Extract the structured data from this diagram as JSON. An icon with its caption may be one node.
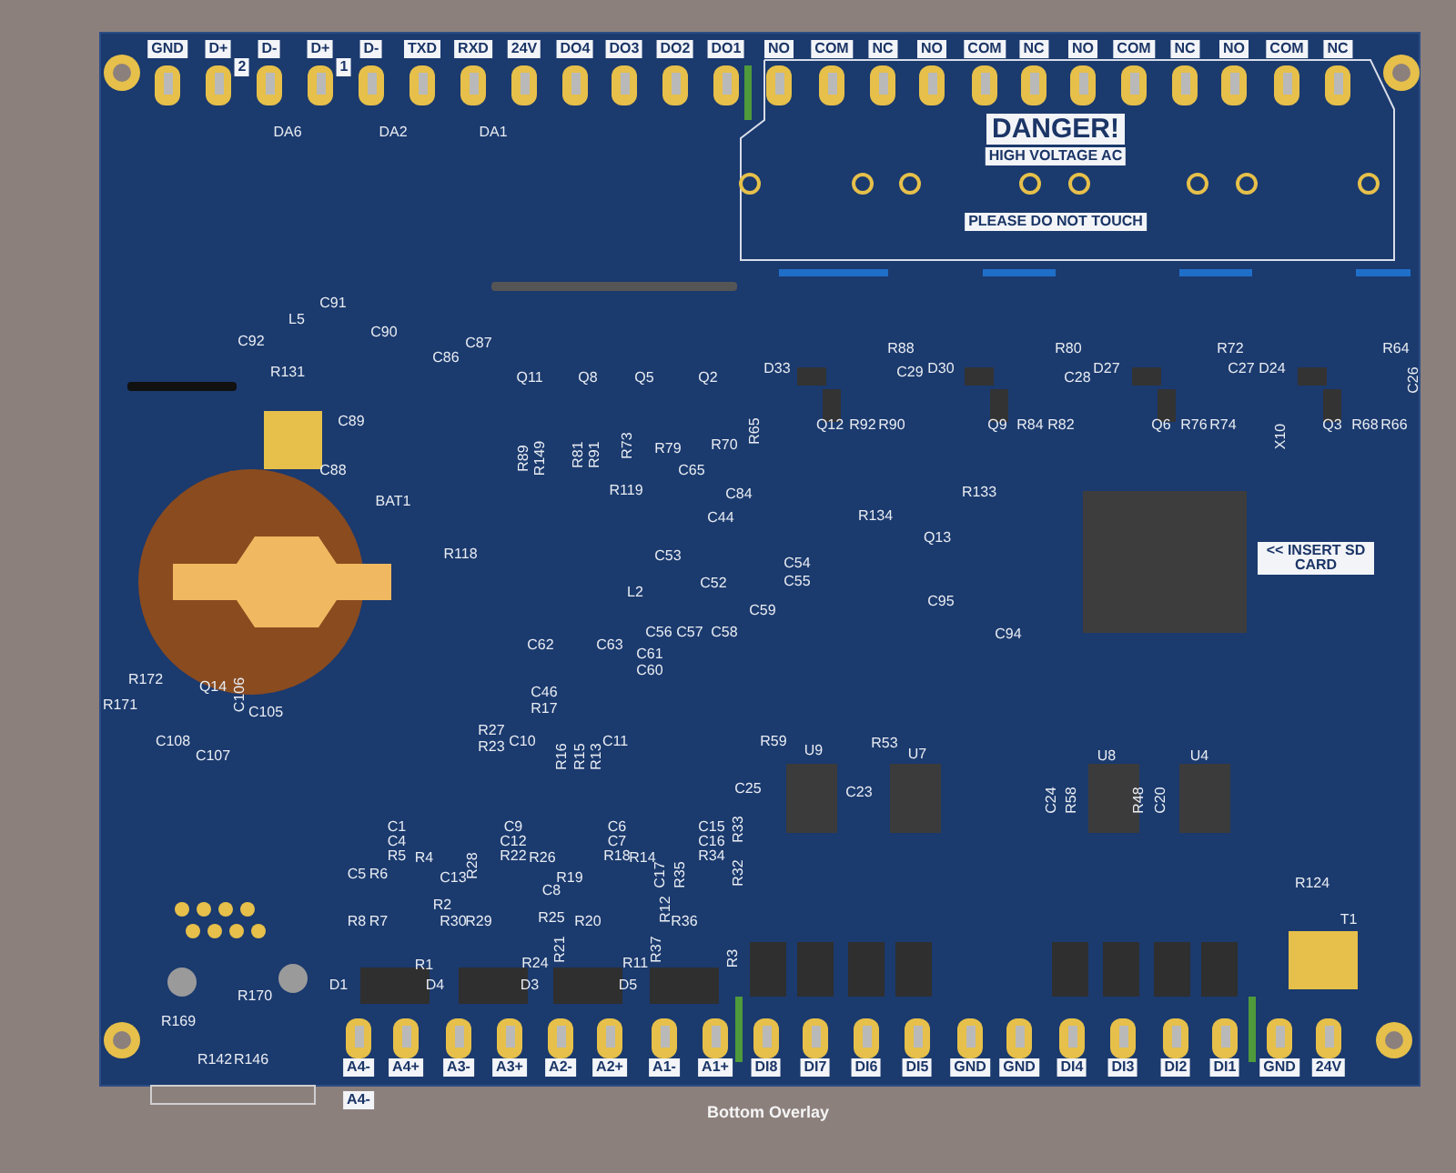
{
  "diagram": {
    "labels": [
      "GND",
      "D+",
      "2",
      "D-",
      "D+",
      "1",
      "D-",
      "TXD",
      "RXD",
      "24V",
      "DO4",
      "DO3",
      "DO2",
      "DO1",
      "NO",
      "COM",
      "NC",
      "NO",
      "COM",
      "NC",
      "NO",
      "COM",
      "NC",
      "NO",
      "COM",
      "NC",
      "DA6",
      "DA2",
      "DA1",
      "DANGER!",
      "HIGH VOLTAGE AC",
      "PLEASE DO NOT TOUCH",
      "C91",
      "L5",
      "C90",
      "C92",
      "R131",
      "R88",
      "D33",
      "C29",
      "D30",
      "R80",
      "C28",
      "D27",
      "R72",
      "C27",
      "D24",
      "R64",
      "C26",
      "Q12",
      "R92",
      "R90",
      "Q9",
      "R84",
      "R82",
      "Q6",
      "R76",
      "R74",
      "Q3",
      "R68",
      "R66",
      "X10",
      "C86",
      "C87",
      "Q11",
      "Q8",
      "Q5",
      "Q2",
      "R89",
      "R149",
      "R81",
      "R91",
      "R73",
      "R79",
      "R65",
      "R70",
      "C65",
      "R119",
      "C84",
      "C89",
      "C88",
      "BAT1",
      "C44",
      "R134",
      "R133",
      "Q13",
      "R118",
      "C53",
      "C54",
      "C55",
      "L2",
      "C52",
      "<< INSERT SD CARD",
      "C95",
      "C59",
      "C56",
      "C57",
      "C58",
      "C94",
      "C62",
      "C63",
      "C61",
      "C60",
      "R172",
      "Q14",
      "C106",
      "C46",
      "R171",
      "C105",
      "R17",
      "R59",
      "U9",
      "R53",
      "U7",
      "U8",
      "U4",
      "C108",
      "C10",
      "C11",
      "R16",
      "R15",
      "R13",
      "C107",
      "R27",
      "R23",
      "C25",
      "C23",
      "C24",
      "R58",
      "R48",
      "C20",
      "C1",
      "C4",
      "R5",
      "C9",
      "C12",
      "R22",
      "C6",
      "C7",
      "R18",
      "C15",
      "C16",
      "R34",
      "R33",
      "R4",
      "R26",
      "R14",
      "C17",
      "R35",
      "R32",
      "C5",
      "R6",
      "C13",
      "R28",
      "R19",
      "C8",
      "R2",
      "R8",
      "R7",
      "R30",
      "R29",
      "R25",
      "R20",
      "R21",
      "R36",
      "R37",
      "R1",
      "R24",
      "R11",
      "R3",
      "R12",
      "R170",
      "R169",
      "R142",
      "R146",
      "D1",
      "D4",
      "D3",
      "D5",
      "A4-",
      "A4+",
      "A3-",
      "A3+",
      "A2-",
      "A2+",
      "A1-",
      "A1+",
      "DI8",
      "DI7",
      "DI6",
      "DI5",
      "GND",
      "GND",
      "DI4",
      "DI3",
      "DI2",
      "DI1",
      "GND",
      "24V",
      "A4-",
      "R124",
      "T1",
      "Bottom Overlay"
    ]
  }
}
